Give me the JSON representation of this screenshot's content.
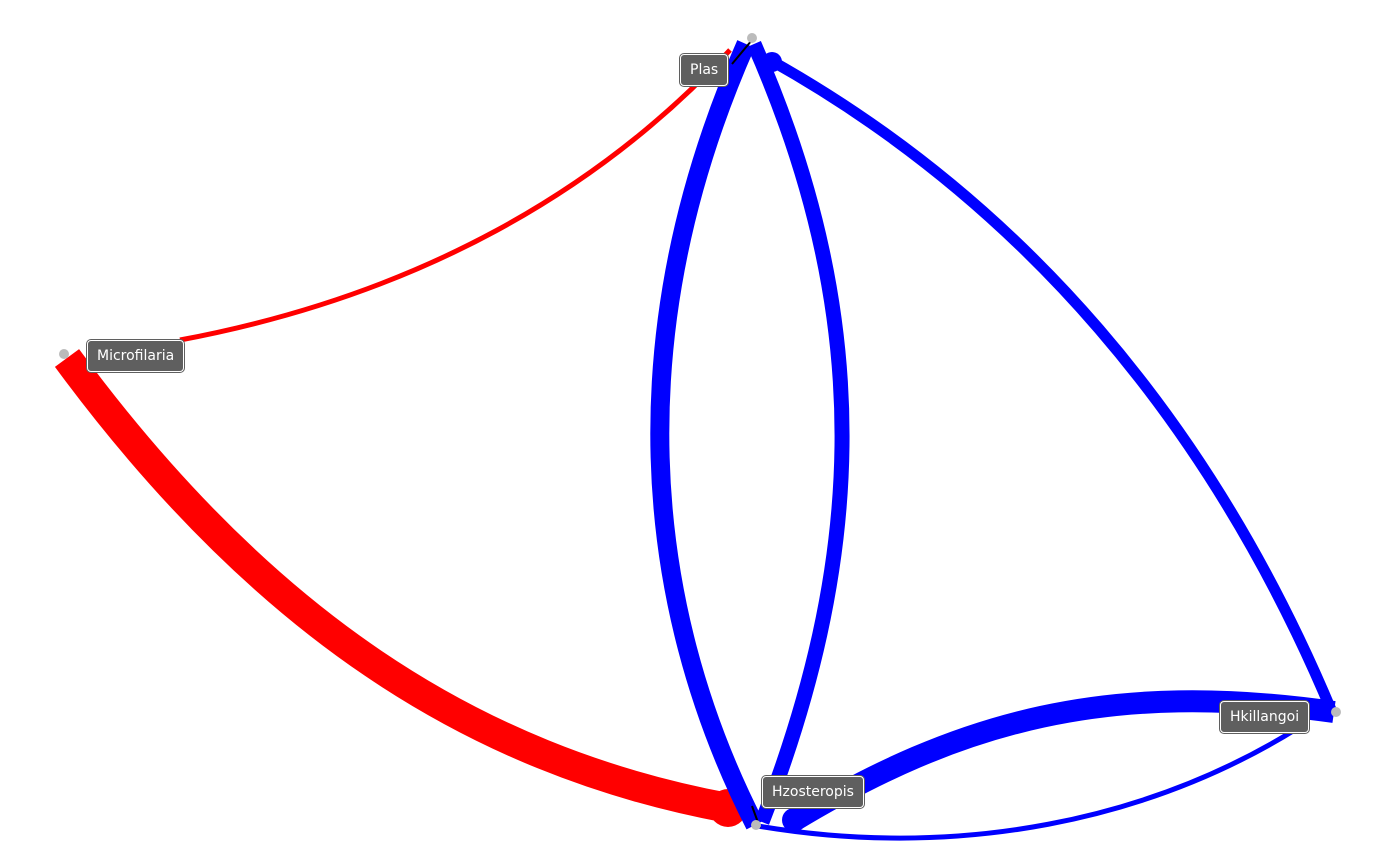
{
  "nodes": [
    {
      "id": "plas",
      "label": "Plas"
    },
    {
      "id": "microfilaria",
      "label": "Microfilaria"
    },
    {
      "id": "hkillangoi",
      "label": "Hkillangoi"
    },
    {
      "id": "hzosteropis",
      "label": "Hzosteropis"
    }
  ],
  "edges": [
    {
      "from": "microfilaria",
      "to": "plas",
      "color": "#ff0000",
      "weight": 1
    },
    {
      "from": "microfilaria",
      "to": "hzosteropis",
      "color": "#ff0000",
      "weight": 8
    },
    {
      "from": "plas",
      "to": "hzosteropis",
      "color": "#0000ff",
      "weight": 5
    },
    {
      "from": "hzosteropis",
      "to": "plas",
      "color": "#0000ff",
      "weight": 4
    },
    {
      "from": "plas",
      "to": "hkillangoi",
      "color": "#0000ff",
      "weight": 3
    },
    {
      "from": "hzosteropis",
      "to": "hkillangoi",
      "color": "#0000ff",
      "weight": 6
    },
    {
      "from": "hkillangoi",
      "to": "hzosteropis",
      "color": "#0000ff",
      "weight": 1.5
    }
  ],
  "colors": {
    "node_dot": "#bbbbbb",
    "label_background": "#5f5f5f",
    "label_text": "#ffffff"
  }
}
